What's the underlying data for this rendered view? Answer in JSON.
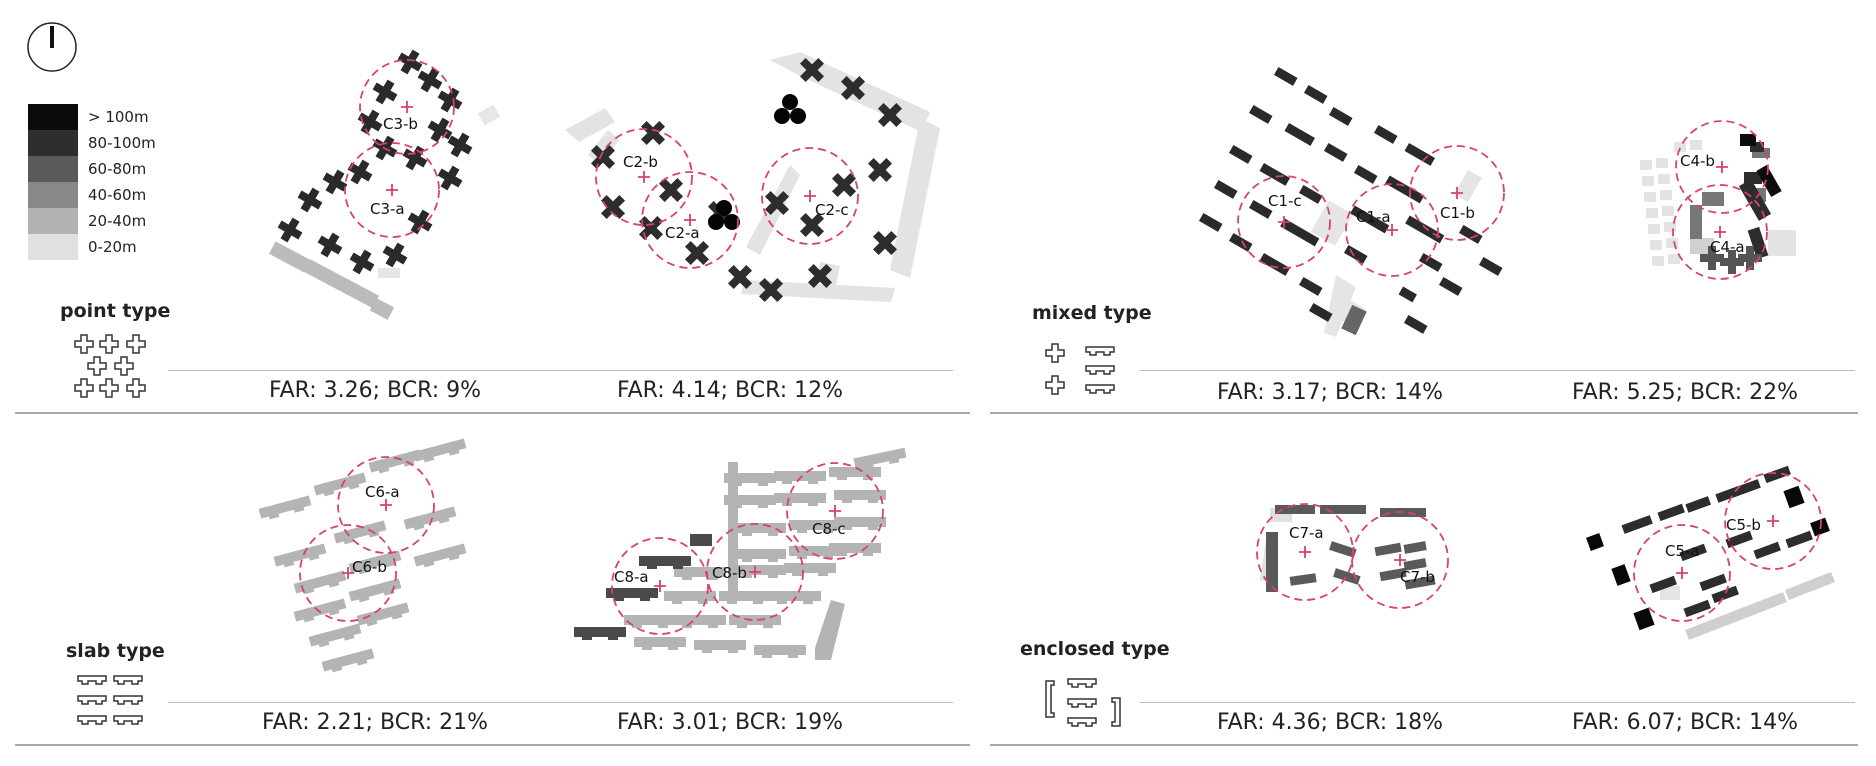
{
  "legend": {
    "items": [
      {
        "label": "> 100m",
        "color": "#0b0b0b"
      },
      {
        "label": "80-100m",
        "color": "#2e2e2e"
      },
      {
        "label": "60-80m",
        "color": "#5a5a5a"
      },
      {
        "label": "40-60m",
        "color": "#888888"
      },
      {
        "label": "20-40m",
        "color": "#b2b2b2"
      },
      {
        "label": "0-20m",
        "color": "#e0e0e0"
      }
    ]
  },
  "types": {
    "point": "point type",
    "mixed": "mixed type",
    "slab": "slab type",
    "enclosed": "enclosed type"
  },
  "metrics": {
    "c3": "FAR: 3.26;  BCR: 9%",
    "c2": "FAR: 4.14;  BCR: 12%",
    "c1": "FAR: 3.17;  BCR: 14%",
    "c4": "FAR: 5.25;  BCR: 22%",
    "c6": "FAR: 2.21;  BCR: 21%",
    "c8": "FAR: 3.01;  BCR: 19%",
    "c7": "FAR: 4.36;  BCR: 18%",
    "c5": "FAR: 6.07;  BCR: 14%"
  },
  "circles": {
    "c3b": "C3-b",
    "c3a": "C3-a",
    "c2b": "C2-b",
    "c2a": "C2-a",
    "c2c": "C2-c",
    "c1c": "C1-c",
    "c1a": "C1-a",
    "c1b": "C1-b",
    "c4b": "C4-b",
    "c4a": "C4-a",
    "c6a": "C6-a",
    "c6b": "C6-b",
    "c8a": "C8-a",
    "c8b": "C8-b",
    "c8c": "C8-c",
    "c7a": "C7-a",
    "c7b": "C7-b",
    "c5a": "C5-a",
    "c5b": "C5-b"
  },
  "colors": {
    "accent": "#d9416f",
    "divider": "#bdbdbd"
  }
}
